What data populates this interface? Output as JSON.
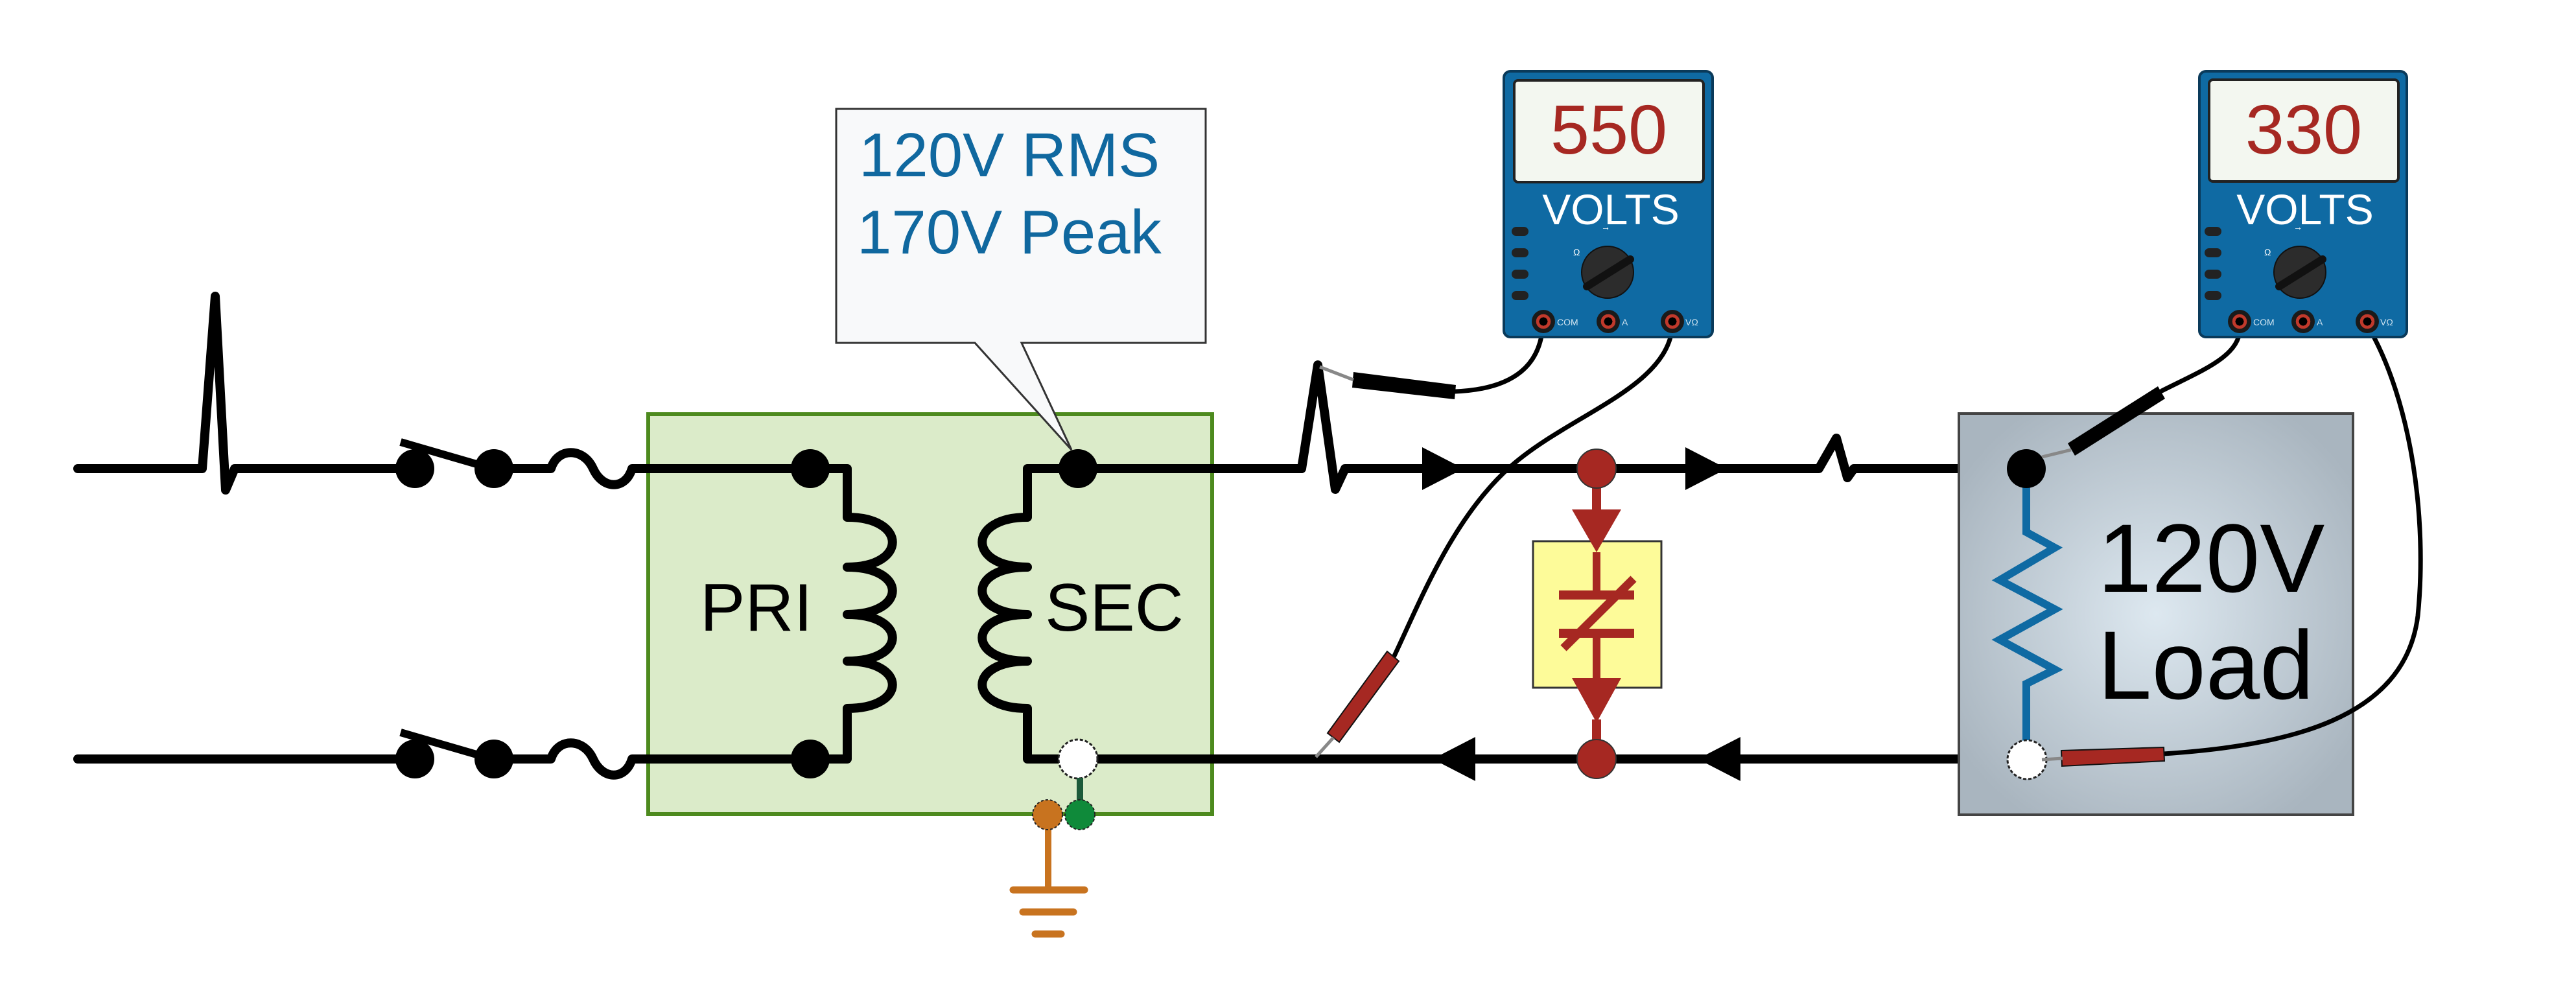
{
  "diagram": {
    "title": "Transformer secondary circuit with transient spikes and voltmeter readings",
    "callout": {
      "line1": "120V RMS",
      "line2": "170V Peak"
    },
    "transformer": {
      "primary_label": "PRI",
      "secondary_label": "SEC"
    },
    "load": {
      "line1": "120V",
      "line2": "Load"
    },
    "meters": [
      {
        "reading": "550",
        "unit_label": "VOLTS",
        "jacks": [
          "COM",
          "A",
          "VΩ"
        ]
      },
      {
        "reading": "330",
        "unit_label": "VOLTS",
        "jacks": [
          "COM",
          "A",
          "VΩ"
        ]
      }
    ],
    "icons": {
      "switch": "open-switch-icon",
      "fuse": "fuse-icon",
      "ground": "ground-icon",
      "surge": "variable-capacitor-surge-suppressor-icon",
      "resistor": "resistor-icon",
      "spike": "transient-spike-icon"
    },
    "colors": {
      "wire": "#000000",
      "transformer_fill": "#dbebc9",
      "transformer_border": "#4d8a1e",
      "callout_text": "#10689f",
      "meter_body": "#0f6aa3",
      "meter_display": "#f3f7f0",
      "meter_digits": "#a62822",
      "surge_node": "#a62822",
      "surge_box": "#fdfb99",
      "load_box": "#c3ced7",
      "resistor": "#0f6aa3",
      "ground": "#c8731f",
      "bond": "#0f8a3a",
      "probe_red": "#a62822"
    }
  }
}
